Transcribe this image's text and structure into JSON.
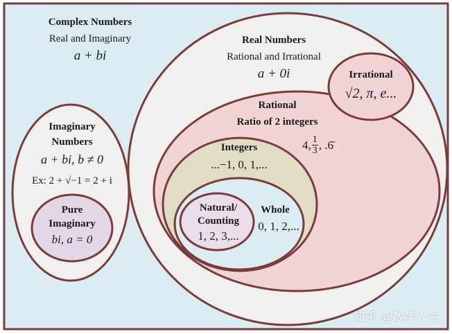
{
  "complex": {
    "title": "Complex Numbers",
    "subtitle": "Real and Imaginary",
    "formula": "a + bi"
  },
  "real": {
    "title": "Real Numbers",
    "subtitle": "Rational and Irrational",
    "formula": "a + 0i"
  },
  "irrational": {
    "title": "Irrational",
    "examples": "√2, π, e..."
  },
  "rational": {
    "title": "Rational",
    "subtitle": "Ratio of 2 integers",
    "examples_prefix": "4, ",
    "fraction_num": "1",
    "fraction_den": "3",
    "examples_suffix": ", .6̄"
  },
  "integers": {
    "title": "Integers",
    "examples": "...−1, 0, 1,..."
  },
  "natural": {
    "title_line1": "Natural/",
    "title_line2": "Counting",
    "examples": "1, 2, 3,..."
  },
  "whole": {
    "title": "Whole",
    "examples": "0, 1, 2,..."
  },
  "imaginary": {
    "title_line1": "Imaginary",
    "title_line2": "Numbers",
    "formula": "a + bi,  b ≠ 0",
    "example": "Ex: 2 + √−1 = 2 + i"
  },
  "pure": {
    "title_line1": "Pure",
    "title_line2": "Imaginary",
    "formula": "bi, a = 0"
  },
  "watermark": "知乎 @数学人生",
  "colors": {
    "background": "#dbecf3",
    "border": "#7a3b3b",
    "light": "#f2f0ef",
    "rational": "#f3d4d6",
    "integers": "#e1dcc4",
    "natural": "#e8dde9",
    "pure": "#e2d6e7"
  }
}
